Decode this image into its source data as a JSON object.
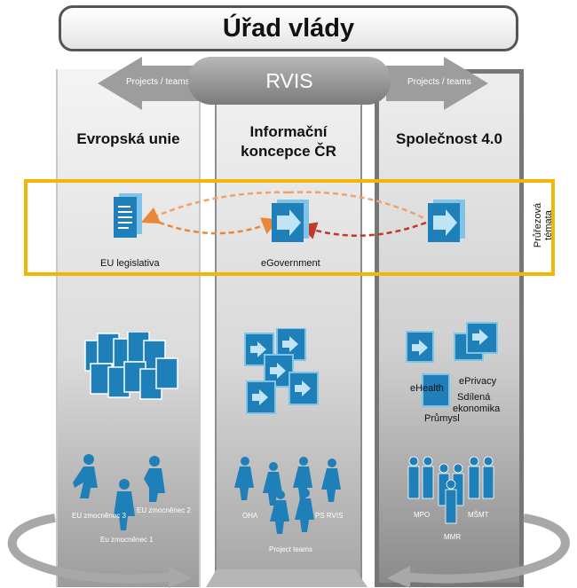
{
  "header": {
    "title": "Úřad vlády"
  },
  "center": {
    "label": "RVIS"
  },
  "arrows": {
    "left_label": "Projects / teams",
    "right_label": "Projects / teams"
  },
  "columns": {
    "left": {
      "title": "Evropská unie",
      "document_label": "EU legislativa",
      "people": [
        "EU zmocněnec 3",
        "EU zmocněnec 2",
        "Eu zmocněnec 1"
      ]
    },
    "middle": {
      "title_line1": "Informační",
      "title_line2": "koncepce ČR",
      "document_label": "eGovernment",
      "people": [
        "OHA",
        "PS RVIS"
      ],
      "footer": "Project teams"
    },
    "right": {
      "title": "Společnost 4.0",
      "topics": [
        "ePrivacy",
        "eHealth",
        "Sdílená",
        "ekonomika",
        "Průmysl"
      ],
      "people": [
        "MPO",
        "MŠMT",
        "MMR"
      ]
    }
  },
  "crosscut": {
    "line1": "Průřezová",
    "line2": "témata"
  },
  "colors": {
    "accent": "#f2b705",
    "icon_blue": "#1f7fb8",
    "icon_light": "#7fc3e8"
  }
}
